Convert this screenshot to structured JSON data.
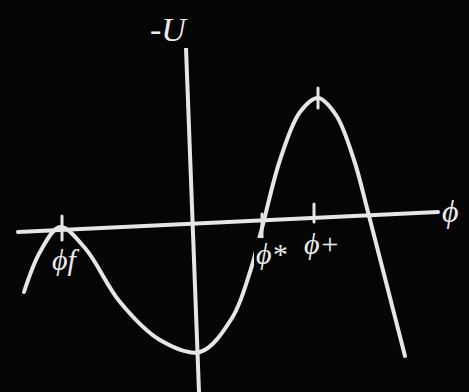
{
  "diagram": {
    "labels": [
      "-U",
      "ϕ",
      "ϕf",
      "ϕ*",
      "ϕ+"
    ]
  }
}
